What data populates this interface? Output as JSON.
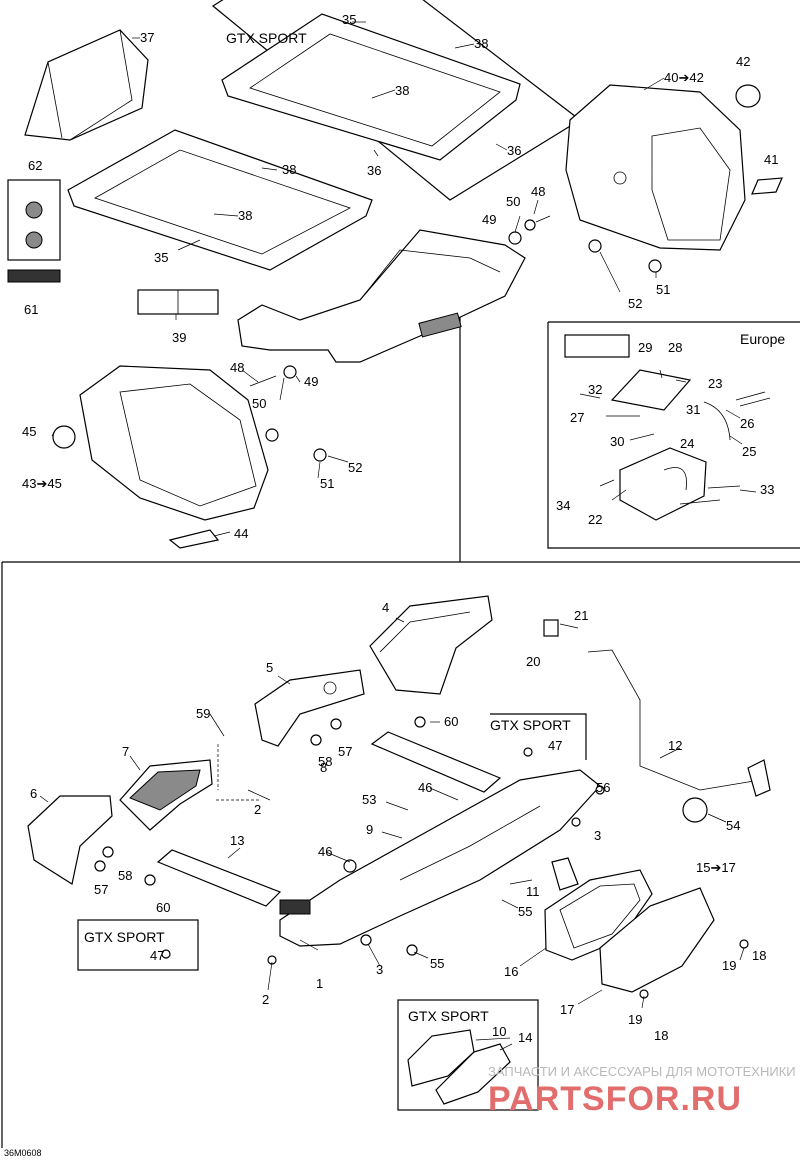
{
  "diagram": {
    "box_titles": {
      "gtx_sport_top": "GTX SPORT",
      "europe": "Europe",
      "gtx_sport_mid": "GTX SPORT",
      "gtx_sport_left": "GTX SPORT",
      "gtx_sport_bottom": "GTX SPORT"
    },
    "callouts": [
      "37",
      "35",
      "38",
      "38",
      "36",
      "36",
      "38",
      "38",
      "62",
      "61",
      "35",
      "39",
      "40➔42",
      "42",
      "41",
      "50",
      "48",
      "49",
      "52",
      "51",
      "48",
      "50",
      "49",
      "45",
      "43➔45",
      "51",
      "52",
      "44",
      "29",
      "28",
      "32",
      "23",
      "27",
      "31",
      "26",
      "24",
      "25",
      "30",
      "34",
      "22",
      "33",
      "4",
      "21",
      "20",
      "5",
      "60",
      "47",
      "59",
      "7",
      "57",
      "58",
      "12",
      "8",
      "56",
      "2",
      "46",
      "6",
      "53",
      "3",
      "13",
      "9",
      "54",
      "46",
      "11",
      "15➔17",
      "55",
      "57",
      "58",
      "60",
      "16",
      "47",
      "19",
      "18",
      "1",
      "3",
      "55",
      "2",
      "17",
      "19",
      "18",
      "10",
      "14"
    ],
    "footer_code": "36M0608",
    "watermark": {
      "line1": "ЗАПЧАСТИ И АКСЕССУАРЫ ДЛЯ МОТОТЕХНИКИ",
      "line2": "PARTSFOR.RU"
    }
  }
}
